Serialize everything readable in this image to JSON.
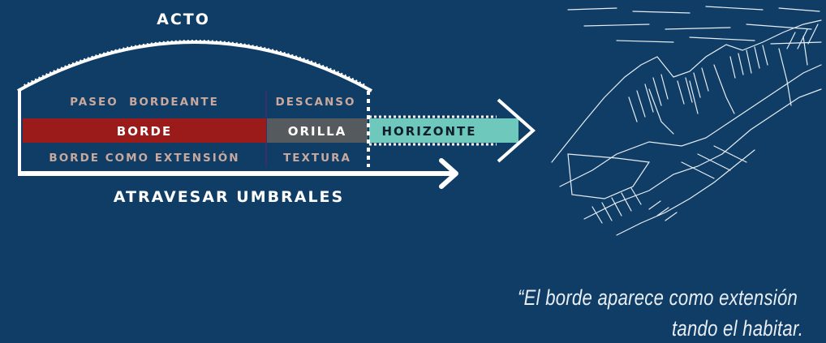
{
  "diagram": {
    "arc_label": "ACTO",
    "top_row": {
      "left": "PASEO  BORDEANTE",
      "right": "DESCANSO"
    },
    "middle_row": {
      "left": "BORDE",
      "center": "ORILLA",
      "right": "HORIZONTE"
    },
    "bottom_row": {
      "left": "BORDE COMO EXTENSIÓN",
      "right": "TEXTURA"
    },
    "axis_label": "ATRAVESAR UMBRALES",
    "colors": {
      "background": "#0f3d66",
      "borde": "#9b1a1a",
      "orilla": "#555a5e",
      "horizonte": "#6ec9bc",
      "muted_text": "#c9a99d",
      "white": "#ffffff"
    }
  },
  "sketch": {
    "icon": "landscape-sketch-icon"
  },
  "quote": {
    "line1": "“El borde aparece como extensión",
    "line2": "tando el habitar."
  }
}
